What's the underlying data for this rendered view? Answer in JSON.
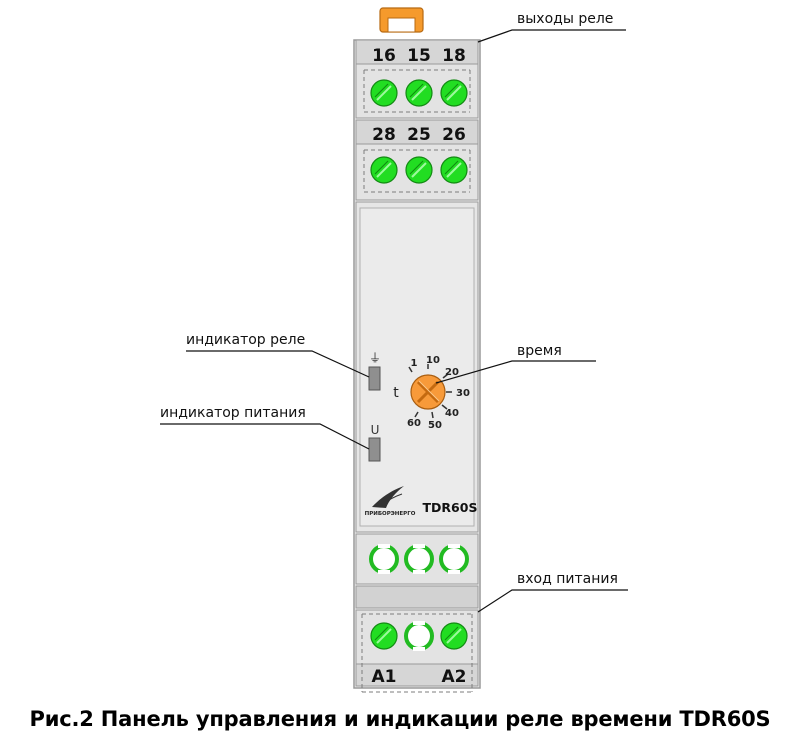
{
  "device": {
    "top_terminal_numbers_row1": [
      "16",
      "15",
      "18"
    ],
    "top_terminal_numbers_row2": [
      "28",
      "25",
      "26"
    ],
    "bottom_terminal_labels": [
      "A1",
      "A2"
    ],
    "model": "TDR60S",
    "brand": "ПРИБОРЭНЕРГО",
    "relay_led_symbol": "⏚",
    "power_led_symbol": "U",
    "knob_symbol": "t",
    "dial_scale": [
      "1",
      "10",
      "20",
      "30",
      "40",
      "50",
      "60"
    ]
  },
  "callouts": {
    "relay_outputs": "выходы реле",
    "relay_indicator": "индикатор реле",
    "power_indicator": "индикатор питания",
    "time": "время",
    "power_input": "вход питания"
  },
  "caption": "Рис.2 Панель управления и индикации реле времени TDR60S",
  "colors": {
    "terminal_green": "#22dd22",
    "knob_orange": "#f79a3a",
    "din_clip_orange": "#f59a2c",
    "housing_gray": "#e2e2e2",
    "led_gray": "#8f8f8f"
  }
}
